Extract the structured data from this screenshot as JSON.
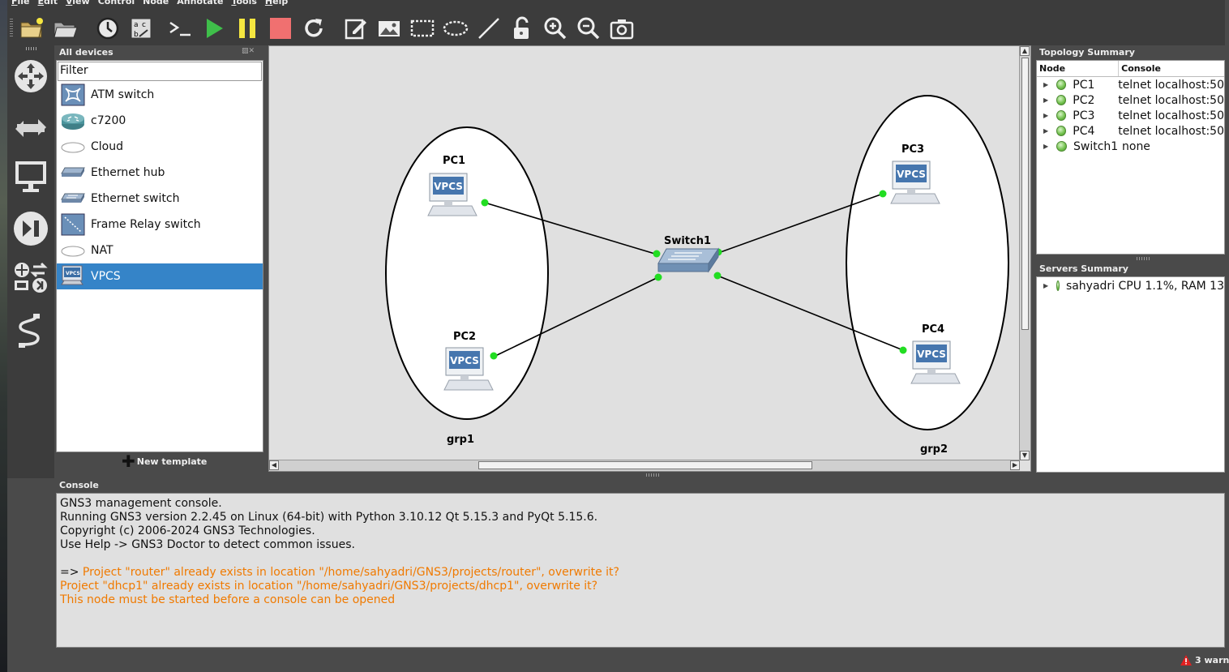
{
  "menu": [
    {
      "label": "File",
      "u": "F",
      "rest": "ile"
    },
    {
      "label": "Edit",
      "u": "E",
      "rest": "dit"
    },
    {
      "label": "View",
      "u": "V",
      "rest": "iew"
    },
    {
      "label": "Control",
      "u": "",
      "rest": "Control"
    },
    {
      "label": "Node",
      "u": "",
      "rest": "Node"
    },
    {
      "label": "Annotate",
      "u": "",
      "rest": "Annotate"
    },
    {
      "label": "Tools",
      "u": "T",
      "rest": "ools"
    },
    {
      "label": "Help",
      "u": "H",
      "rest": "elp"
    }
  ],
  "devices": {
    "title": "All devices",
    "filter_placeholder": "Filter",
    "items": [
      {
        "label": "ATM switch",
        "icon": "atm-switch-icon"
      },
      {
        "label": "c7200",
        "icon": "router-icon"
      },
      {
        "label": "Cloud",
        "icon": "cloud-icon"
      },
      {
        "label": "Ethernet hub",
        "icon": "ethernet-hub-icon"
      },
      {
        "label": "Ethernet switch",
        "icon": "ethernet-switch-icon"
      },
      {
        "label": "Frame Relay switch",
        "icon": "frame-relay-icon"
      },
      {
        "label": "NAT",
        "icon": "nat-icon"
      },
      {
        "label": "VPCS",
        "icon": "vpcs-icon",
        "selected": true
      }
    ],
    "new_template": "New template"
  },
  "canvas": {
    "nodes": [
      {
        "name": "PC1",
        "badge": "VPCS"
      },
      {
        "name": "PC2",
        "badge": "VPCS"
      },
      {
        "name": "PC3",
        "badge": "VPCS"
      },
      {
        "name": "PC4",
        "badge": "VPCS"
      },
      {
        "name": "Switch1"
      }
    ],
    "groups": [
      "grp1",
      "grp2"
    ],
    "link_status_color": "#22dd22"
  },
  "topology": {
    "title": "Topology Summary",
    "col_node": "Node",
    "col_console": "Console",
    "rows": [
      {
        "node": "PC1",
        "console": "telnet localhost:50"
      },
      {
        "node": "PC2",
        "console": "telnet localhost:50"
      },
      {
        "node": "PC3",
        "console": "telnet localhost:50"
      },
      {
        "node": "PC4",
        "console": "telnet localhost:50"
      },
      {
        "node": "Switch1",
        "console": "none"
      }
    ]
  },
  "servers": {
    "title": "Servers Summary",
    "rows": [
      {
        "text": "sahyadri CPU 1.1%, RAM 13"
      }
    ]
  },
  "console": {
    "title": "Console",
    "lines": [
      "GNS3 management console.",
      "Running GNS3 version 2.2.45 on Linux (64-bit) with Python 3.10.12 Qt 5.15.3 and PyQt 5.15.6.",
      "Copyright (c) 2006-2024 GNS3 Technologies.",
      "Use Help -> GNS3 Doctor to detect common issues.",
      ""
    ],
    "prompt": "=> ",
    "warnings": [
      "Project \"router\" already exists in location \"/home/sahyadri/GNS3/projects/router\", overwrite it?",
      "Project \"dhcp1\" already exists in location \"/home/sahyadri/GNS3/projects/dhcp1\", overwrite it?",
      "This node must be started before a console can be opened"
    ],
    "warning_color": "#f07a00"
  },
  "status": {
    "warnings": "3 warn"
  }
}
